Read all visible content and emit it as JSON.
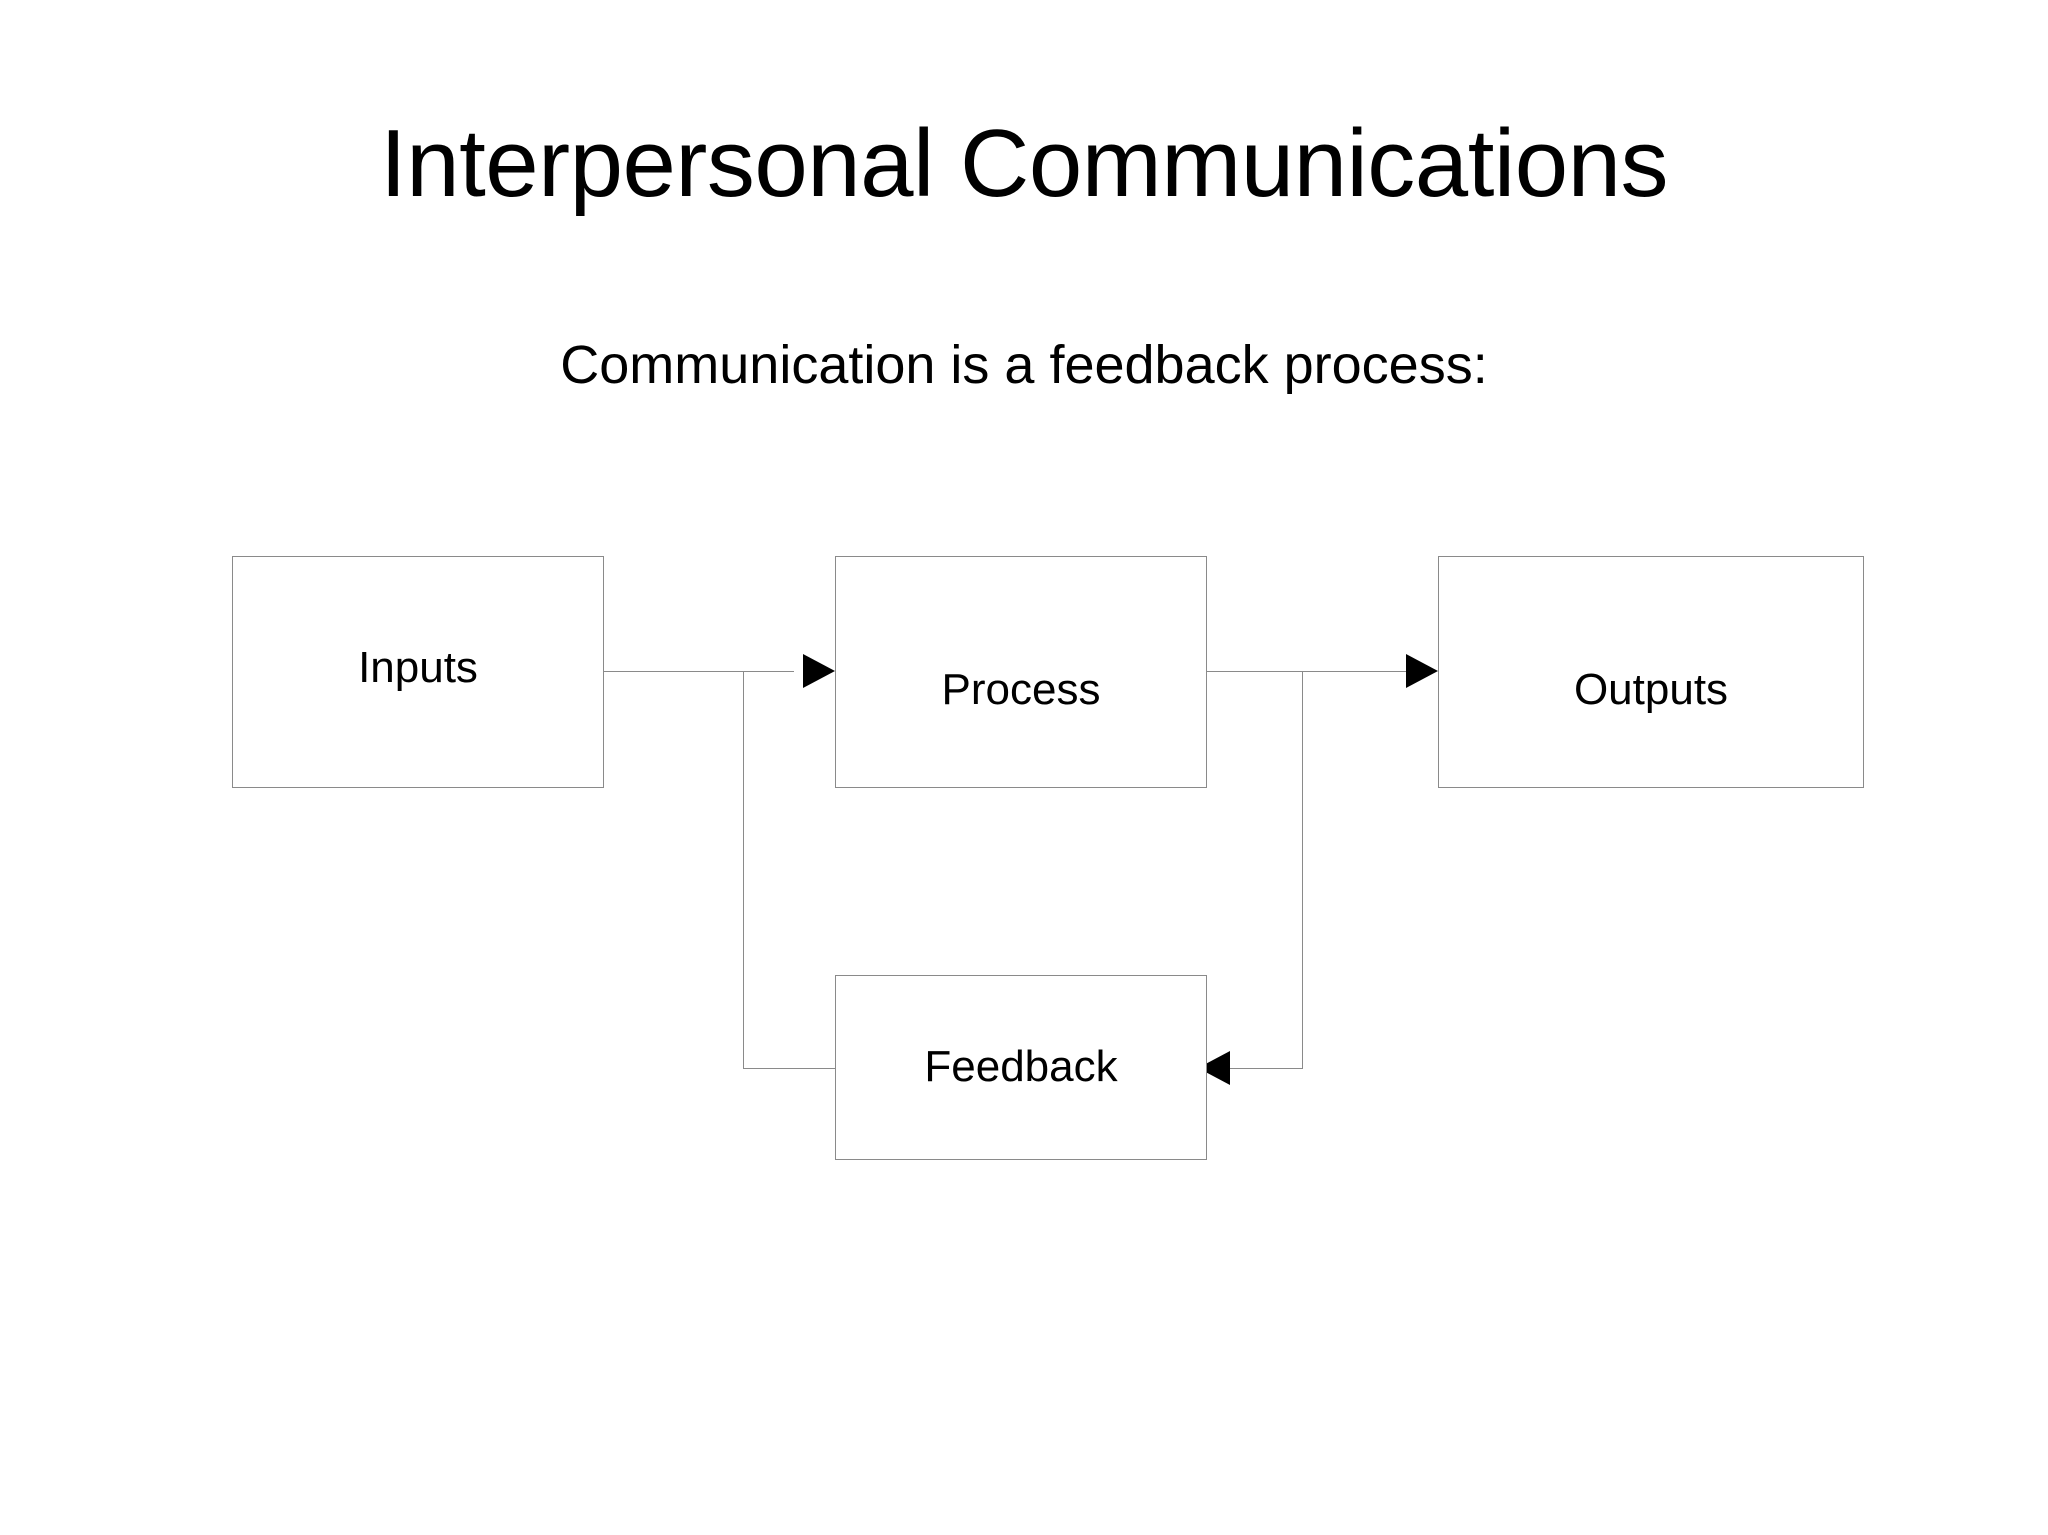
{
  "slide": {
    "title": "Interpersonal Communications",
    "subtitle": "Communication is a feedback process:",
    "background_color": "#ffffff",
    "text_color": "#000000"
  },
  "diagram": {
    "type": "flowchart",
    "line_color": "#8a8a8a",
    "arrow_color": "#000000",
    "box_fill": "#ffffff",
    "nodes": [
      {
        "id": "inputs",
        "label": "Inputs"
      },
      {
        "id": "process",
        "label": "Process"
      },
      {
        "id": "outputs",
        "label": "Outputs"
      },
      {
        "id": "feedback",
        "label": "Feedback"
      }
    ],
    "edges": [
      {
        "from": "inputs",
        "to": "process",
        "arrowhead": "right"
      },
      {
        "from": "process",
        "to": "outputs",
        "arrowhead": "right"
      },
      {
        "from": "outputs",
        "to": "feedback",
        "arrowhead": "left"
      },
      {
        "from": "feedback",
        "to": "process",
        "arrowhead": "right"
      }
    ]
  }
}
